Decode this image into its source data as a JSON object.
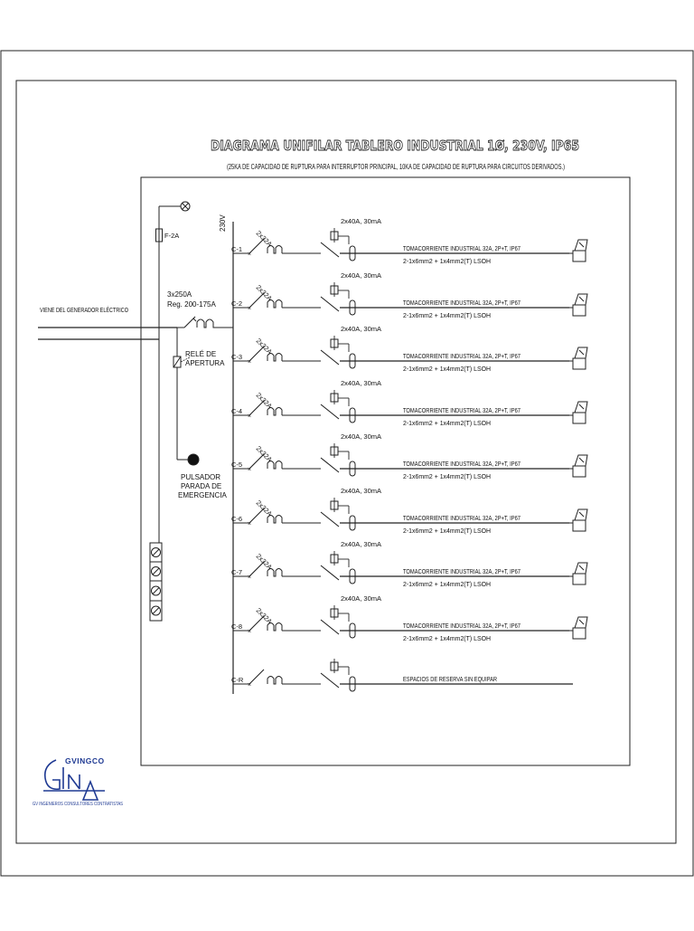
{
  "title": "DIAGRAMA UNIFILAR TABLERO INDUSTRIAL 1Ø, 230V, IP65",
  "subtitle": "(25KA DE CAPACIDAD DE RUPTURA PARA INTERRUPTOR PRINCIPAL, 10KA DE CAPACIDAD DE RUPTURA PARA CIRCUITOS DERIVADOS.)",
  "source_label": "VIENE DEL GENERADOR ELÉCTRICO",
  "fuse_label": "F-2A",
  "main_breaker": {
    "rating": "3x250A",
    "regulation": "Reg. 200-175A"
  },
  "relay_label_1": "RELÉ DE",
  "relay_label_2": "APERTURA",
  "emergency_label_1": "PULSADOR",
  "emergency_label_2": "PARADA DE",
  "emergency_label_3": "EMERGENCIA",
  "bus_voltage": "230V",
  "circuits": [
    {
      "id": "C-1",
      "breaker": "2x32A",
      "rcd": "2x40A, 30mA",
      "desc": "TOMACORRIENTE INDUSTRIAL 32A, 2P+T, IP67",
      "cable": "2-1x6mm2 + 1x4mm2(T) LSOH"
    },
    {
      "id": "C-2",
      "breaker": "2x32A",
      "rcd": "2x40A, 30mA",
      "desc": "TOMACORRIENTE INDUSTRIAL 32A, 2P+T, IP67",
      "cable": "2-1x6mm2 + 1x4mm2(T) LSOH"
    },
    {
      "id": "C-3",
      "breaker": "2x32A",
      "rcd": "2x40A, 30mA",
      "desc": "TOMACORRIENTE INDUSTRIAL 32A, 2P+T, IP67",
      "cable": "2-1x6mm2 + 1x4mm2(T) LSOH"
    },
    {
      "id": "C-4",
      "breaker": "2x32A",
      "rcd": "2x40A, 30mA",
      "desc": "TOMACORRIENTE INDUSTRIAL 32A, 2P+T, IP67",
      "cable": "2-1x6mm2 + 1x4mm2(T) LSOH"
    },
    {
      "id": "C-5",
      "breaker": "2x32A",
      "rcd": "2x40A, 30mA",
      "desc": "TOMACORRIENTE INDUSTRIAL 32A, 2P+T, IP67",
      "cable": "2-1x6mm2 + 1x4mm2(T) LSOH"
    },
    {
      "id": "C-6",
      "breaker": "2x32A",
      "rcd": "2x40A, 30mA",
      "desc": "TOMACORRIENTE INDUSTRIAL 32A, 2P+T, IP67",
      "cable": "2-1x6mm2 + 1x4mm2(T) LSOH"
    },
    {
      "id": "C-7",
      "breaker": "2x32A",
      "rcd": "2x40A, 30mA",
      "desc": "TOMACORRIENTE INDUSTRIAL 32A, 2P+T, IP67",
      "cable": "2-1x6mm2 + 1x4mm2(T) LSOH"
    },
    {
      "id": "C-8",
      "breaker": "2x32A",
      "rcd": "2x40A, 30mA",
      "desc": "TOMACORRIENTE INDUSTRIAL 32A, 2P+T, IP67",
      "cable": "2-1x6mm2 + 1x4mm2(T) LSOH"
    },
    {
      "id": "C-R",
      "breaker": "",
      "rcd": "",
      "desc": "ESPACIOS DE RESERVA SIN EQUIPAR",
      "cable": "",
      "reserve": true
    }
  ],
  "logo": {
    "name": "GVINGCO",
    "tagline": "GV INGENIEROS CONSULTORES CONTRATISTAS"
  }
}
